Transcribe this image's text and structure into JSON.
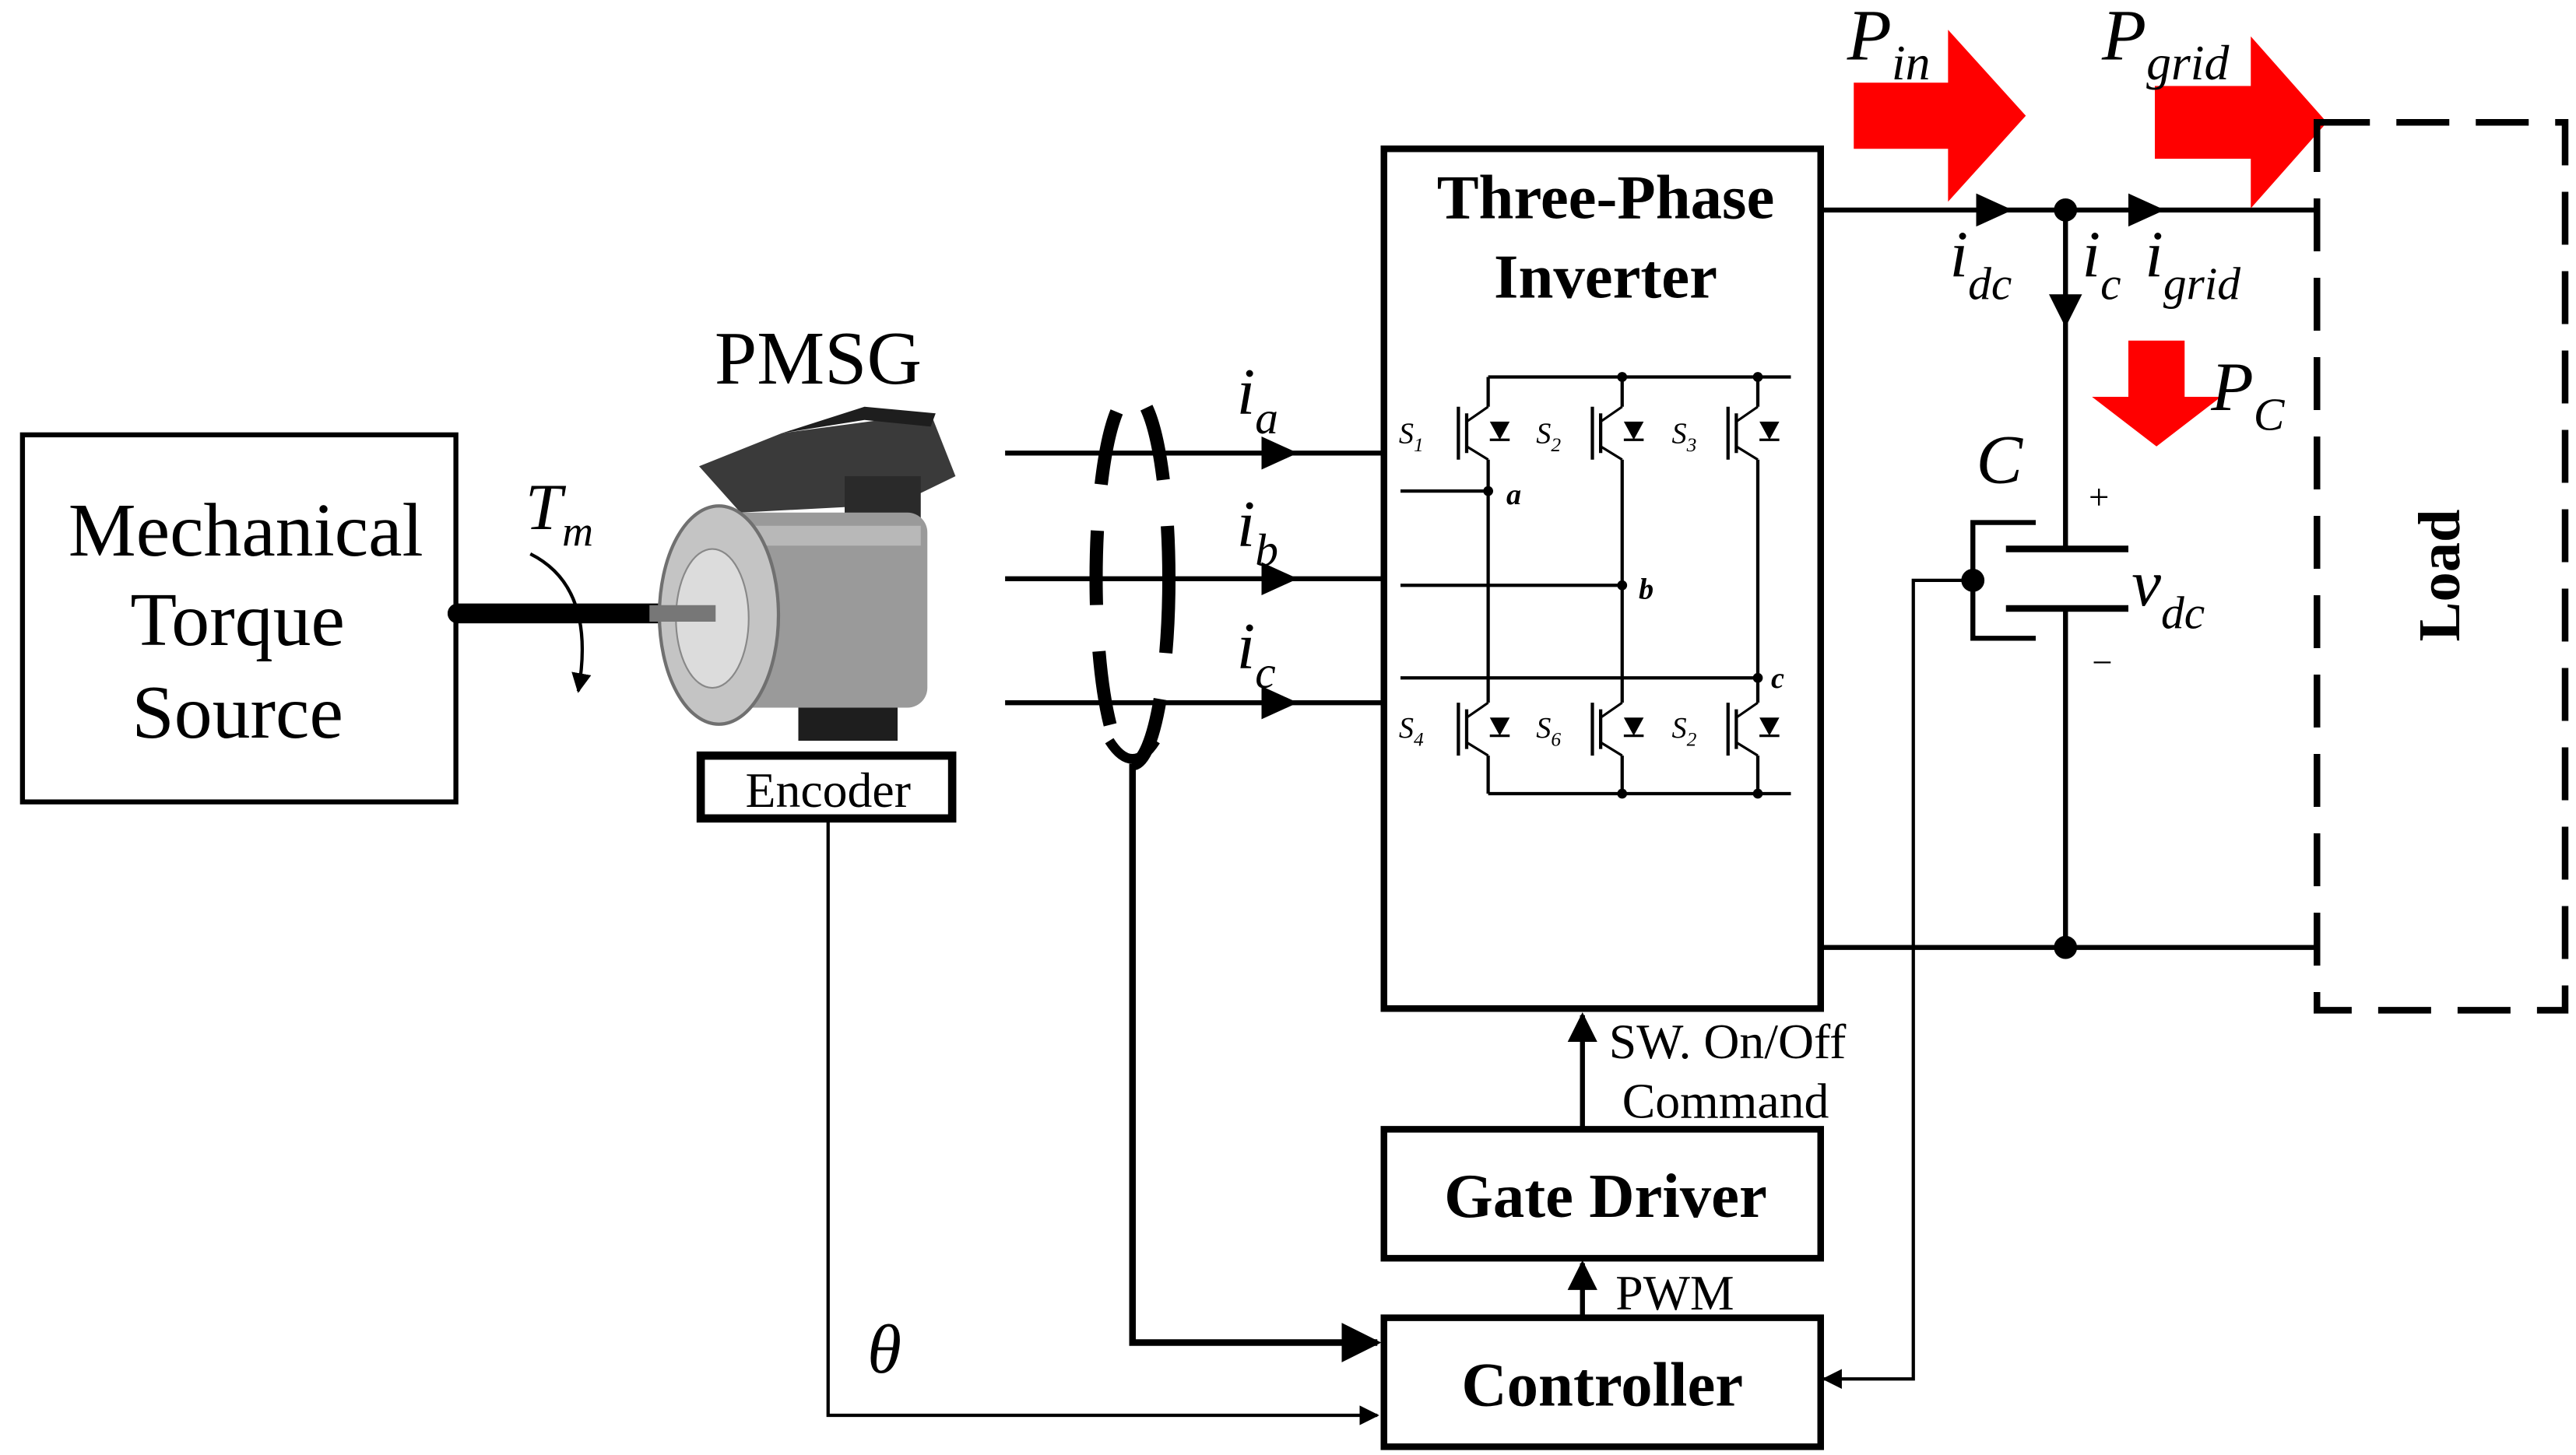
{
  "blocks": {
    "torque_source": [
      "Mechanical",
      "Torque",
      "Source"
    ],
    "pmsg": "PMSG",
    "encoder": "Encoder",
    "inverter": [
      "Three-Phase",
      "Inverter"
    ],
    "gate_driver": "Gate Driver",
    "controller": "Controller",
    "load": "Load"
  },
  "signals": {
    "torque": {
      "base": "T",
      "sub": "m"
    },
    "theta": "θ",
    "sw_command": [
      "SW. On/Off",
      "Command"
    ],
    "pwm": "PWM",
    "capacitor": "C",
    "plus": "+",
    "minus": "−",
    "vdc": {
      "base": "v",
      "sub": "dc"
    }
  },
  "currents": {
    "ia": {
      "base": "i",
      "sub": "a"
    },
    "ib": {
      "base": "i",
      "sub": "b"
    },
    "ic_phase": {
      "base": "i",
      "sub": "c"
    },
    "idc": {
      "base": "i",
      "sub": "dc"
    },
    "ic_cap": {
      "base": "i",
      "sub": "c"
    },
    "igrid": {
      "base": "i",
      "sub": "grid"
    }
  },
  "powers": {
    "pin": {
      "base": "P",
      "sub": "in"
    },
    "pgrid": {
      "base": "P",
      "sub": "grid"
    },
    "pc": {
      "base": "P",
      "sub": "C"
    }
  },
  "switches": {
    "top": [
      {
        "base": "S",
        "sub": "1"
      },
      {
        "base": "S",
        "sub": "2"
      },
      {
        "base": "S",
        "sub": "3"
      }
    ],
    "bottom": [
      {
        "base": "S",
        "sub": "4"
      },
      {
        "base": "S",
        "sub": "6"
      },
      {
        "base": "S",
        "sub": "2"
      }
    ]
  },
  "nodes": {
    "a": "a",
    "b": "b",
    "c": "c"
  },
  "colors": {
    "line": "#000000",
    "power_arrow": "#ff0000",
    "motor_body": "#9a9a9a",
    "motor_dark": "#2a2a2a"
  }
}
